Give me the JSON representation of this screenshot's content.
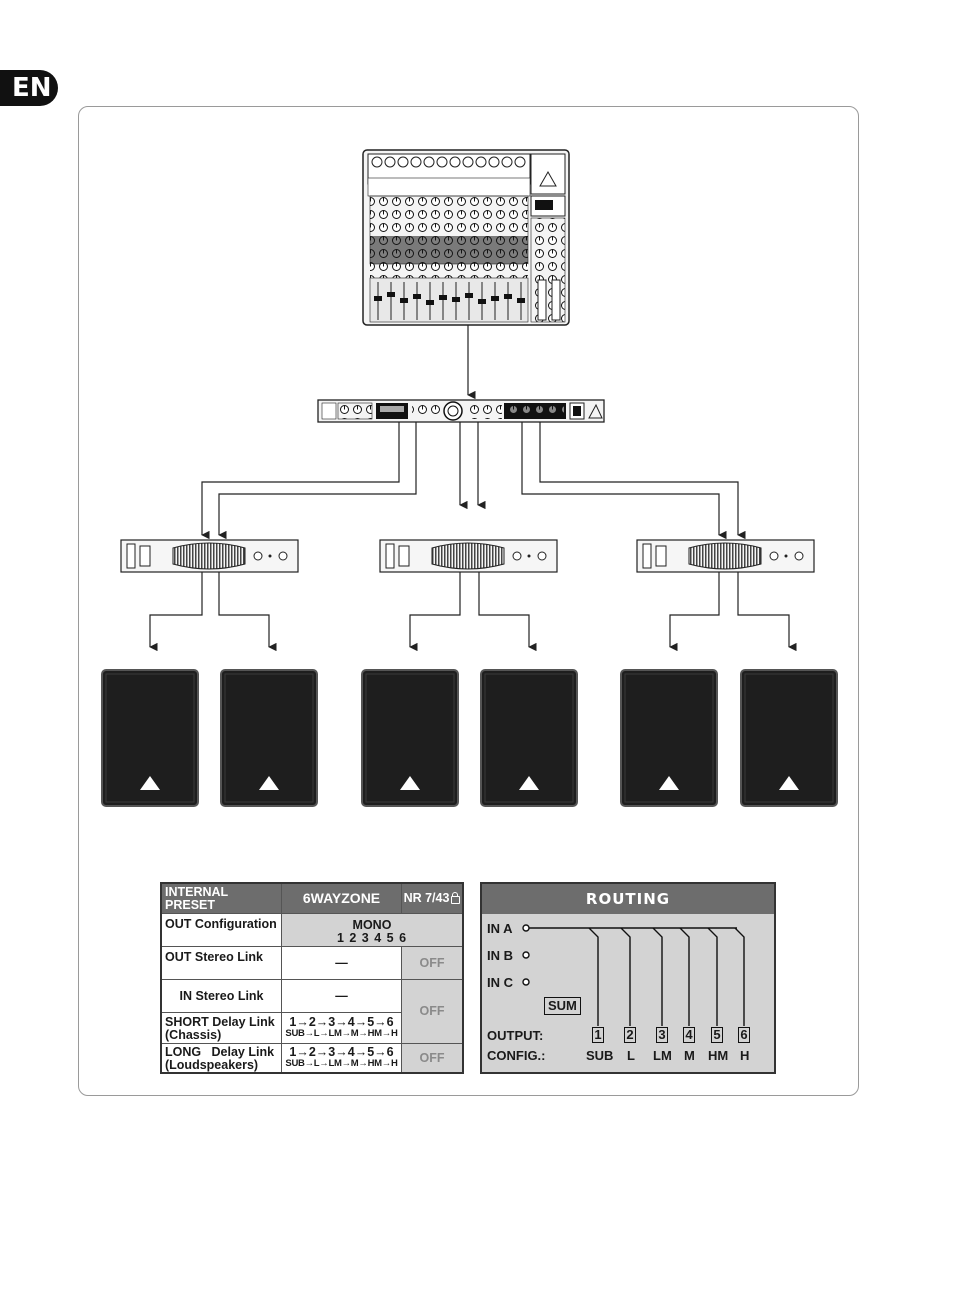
{
  "lang_tab": "EN",
  "preset_table": {
    "header": {
      "col1": "INTERNAL PRESET",
      "col2": "6WAYZONE",
      "col3": "NR 7/43"
    },
    "out_config": {
      "label": "OUT Configuration",
      "value_top": "MONO",
      "value_bottom": "1 2 3 4 5 6"
    },
    "out_stereo_link": {
      "label": "OUT Stereo Link",
      "value": "—",
      "state": "OFF"
    },
    "in_stereo_link": {
      "label": "IN Stereo Link",
      "value": "—"
    },
    "short_delay_link": {
      "label_line1": "SHORT Delay Link",
      "label_line2": "(Chassis)",
      "value_line1": "1→2→3→4→5→6",
      "value_line2": "SUB→L→LM→M→HM→H"
    },
    "shared_state": "OFF",
    "long_delay_link": {
      "label_line1": "LONG   Delay Link",
      "label_line2": "(Loudspeakers)",
      "value_line1": "1→2→3→4→5→6",
      "value_line2": "SUB→L→LM→M→HM→H",
      "state": "OFF"
    }
  },
  "routing": {
    "title": "ROUTING",
    "inputs": [
      "IN A",
      "IN B",
      "IN C"
    ],
    "sum_label": "SUM",
    "output_label": "OUTPUT:",
    "config_label": "CONFIG.:",
    "outputs": [
      "1",
      "2",
      "3",
      "4",
      "5",
      "6"
    ],
    "configs": [
      "SUB",
      "L",
      "LM",
      "M",
      "HM",
      "H"
    ]
  },
  "colors": {
    "header_grey": "#6d6d6d",
    "panel_grey": "#d3d3d3",
    "speaker": "#1e1e1e"
  }
}
